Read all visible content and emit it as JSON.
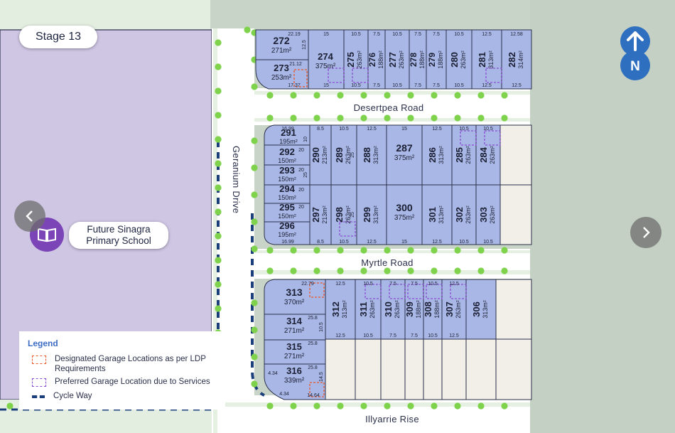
{
  "stage_label": "Stage 13",
  "school_label": [
    "Future Sinagra",
    "Primary School"
  ],
  "north_label": "N",
  "roads": {
    "desertpea": "Desertpea Road",
    "myrtle": "Myrtle Road",
    "illyarrie": "Illyarrie Rise",
    "geranium": "Geranium Drive"
  },
  "legend": {
    "title": "Legend",
    "items": [
      {
        "label": [
          "Designated Garage Locations as per LDP",
          "Requirements"
        ],
        "color": "#e85a2a"
      },
      {
        "label": [
          "Preferred Garage Location due to Services"
        ],
        "color": "#8a4fd0"
      },
      {
        "label": [
          "Cycle Way"
        ],
        "color": "#1a3f7a"
      }
    ]
  },
  "lots": [
    {
      "num": "272",
      "area": "271m²"
    },
    {
      "num": "273",
      "area": "253m²"
    },
    {
      "num": "274",
      "area": "375m²"
    },
    {
      "num": "275",
      "area": "263m²"
    },
    {
      "num": "276",
      "area": "188m²"
    },
    {
      "num": "277",
      "area": "263m²"
    },
    {
      "num": "278",
      "area": "188m²"
    },
    {
      "num": "279",
      "area": "188m²"
    },
    {
      "num": "280",
      "area": "263m²"
    },
    {
      "num": "281",
      "area": "313m²"
    },
    {
      "num": "282",
      "area": "314m²"
    },
    {
      "num": "291",
      "area": "195m²"
    },
    {
      "num": "292",
      "area": "150m²"
    },
    {
      "num": "293",
      "area": "150m²"
    },
    {
      "num": "294",
      "area": "150m²"
    },
    {
      "num": "295",
      "area": "150m²"
    },
    {
      "num": "296",
      "area": "195m²"
    },
    {
      "num": "290",
      "area": "213m²"
    },
    {
      "num": "289",
      "area": "263m²"
    },
    {
      "num": "288",
      "area": "313m²"
    },
    {
      "num": "287",
      "area": "375m²"
    },
    {
      "num": "286",
      "area": "313m²"
    },
    {
      "num": "285",
      "area": "263m²"
    },
    {
      "num": "284",
      "area": "263m²"
    },
    {
      "num": "297",
      "area": "213m²"
    },
    {
      "num": "298",
      "area": "263m²"
    },
    {
      "num": "299",
      "area": "313m²"
    },
    {
      "num": "300",
      "area": "375m²"
    },
    {
      "num": "301",
      "area": "313m²"
    },
    {
      "num": "302",
      "area": "263m²"
    },
    {
      "num": "303",
      "area": "263m²"
    },
    {
      "num": "313",
      "area": "370m²"
    },
    {
      "num": "314",
      "area": "271m²"
    },
    {
      "num": "315",
      "area": "271m²"
    },
    {
      "num": "316",
      "area": "339m²"
    },
    {
      "num": "312",
      "area": "313m²"
    },
    {
      "num": "311",
      "area": "263m²"
    },
    {
      "num": "310",
      "area": "263m²"
    },
    {
      "num": "309",
      "area": "188m²"
    },
    {
      "num": "308",
      "area": "188m²"
    },
    {
      "num": "307",
      "area": "263m²"
    },
    {
      "num": "306",
      "area": "313m²"
    }
  ],
  "dims": {
    "top_row_top": [
      "22.19",
      "15",
      "10.5",
      "7.5",
      "10.5",
      "7.5",
      "7.5",
      "10.5",
      "12.5",
      "12.58"
    ],
    "top_row_bottom": [
      "17.37",
      "15",
      "10.5",
      "7.5",
      "10.5",
      "7.5",
      "7.5",
      "10.5",
      "12.5",
      "12.5"
    ],
    "row_sides": [
      "12.5",
      "21.12",
      "25",
      "25"
    ],
    "mid_top": [
      "16.99",
      "8.5",
      "10.5",
      "12.5",
      "15",
      "12.5",
      "10.5",
      "10.5"
    ],
    "mid_bottom": [
      "16.99",
      "8.5",
      "10.5",
      "12.5",
      "15",
      "12.5",
      "10.5",
      "10.5"
    ],
    "mid_small": [
      "20",
      "20",
      "20",
      "20",
      "10",
      "25"
    ],
    "low_top": [
      "22.79",
      "12.5",
      "10.5",
      "7.5",
      "7.5",
      "10.5",
      "12.5"
    ],
    "low_bottom": [
      "12.5",
      "10.5",
      "7.5",
      "7.5",
      "10.5",
      "12.5"
    ],
    "low_side": [
      "25.8",
      "25.8",
      "25.8",
      "14.64",
      "4.34",
      "4.34",
      "14.5",
      "10.5"
    ]
  }
}
